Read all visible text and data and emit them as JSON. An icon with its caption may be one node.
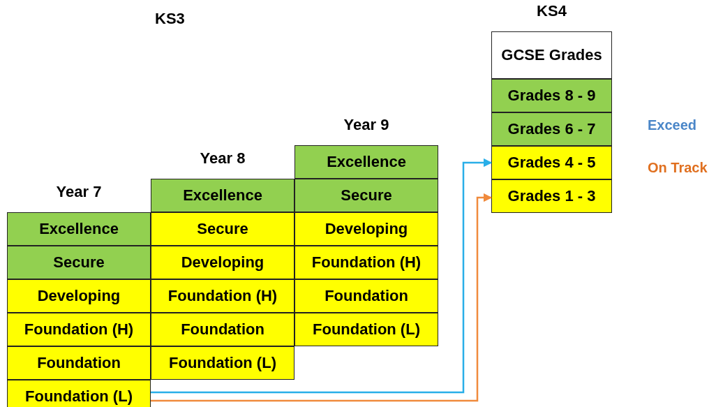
{
  "diagram": {
    "nodes": [
      {
        "text": [
          "Year 7"
        ]
      },
      {
        "text": [
          "Excellence"
        ],
        "in": 0
      },
      {
        "text": [
          "Secure"
        ],
        "in": 0
      },
      {
        "text": [
          "Developing"
        ],
        "in": 0
      },
      {
        "text": [
          "Foundation (H)"
        ],
        "in": 0
      },
      {
        "text": [
          "Foundation"
        ],
        "in": 0
      },
      {
        "text": [
          "Foundation (L)"
        ],
        "in": 0
      },
      {
        "text": [
          "Year 8"
        ]
      },
      {
        "text": [
          "Excellence"
        ],
        "in": 7
      },
      {
        "text": [
          "Secure"
        ],
        "in": 7
      },
      {
        "text": [
          "Developing"
        ],
        "in": 7
      },
      {
        "text": [
          "Foundation (H)"
        ],
        "in": 7
      },
      {
        "text": [
          "Foundation"
        ],
        "in": 7
      },
      {
        "text": [
          "Foundation (L)"
        ],
        "in": 7
      },
      {
        "text": [
          "Year 9"
        ]
      },
      {
        "text": [
          "Excellence"
        ],
        "in": 14
      },
      {
        "text": [
          "Secure"
        ],
        "in": 14
      },
      {
        "text": [
          "Developing"
        ],
        "in": 14
      },
      {
        "text": [
          "Foundation (H)"
        ],
        "in": 14
      },
      {
        "text": [
          "Foundation"
        ],
        "in": 14
      },
      {
        "text": [
          "Foundation (L)"
        ],
        "in": 14
      },
      {
        "text": [
          "KS4"
        ]
      },
      {
        "text": [
          "GCSE Grades"
        ],
        "in": 21
      },
      {
        "text": [
          "Grades 8 - 9"
        ],
        "in": 21
      },
      {
        "text": [
          "Grades 6 - 7"
        ],
        "in": 21
      },
      {
        "text": [
          "Grades 4 - 5"
        ],
        "in": 21
      },
      {
        "text": [
          "Grades 1 - 3"
        ],
        "in": 21
      }
    ],
    "edges": [
      {
        "from": 6,
        "to": 25,
        "arrow": "to",
        "color": "#29aee8"
      },
      {
        "from": 6,
        "to": 26,
        "arrow": "to",
        "color": "#f08a3c"
      }
    ],
    "labels": [
      "KS3",
      "Exceed",
      "On Track"
    ]
  }
}
